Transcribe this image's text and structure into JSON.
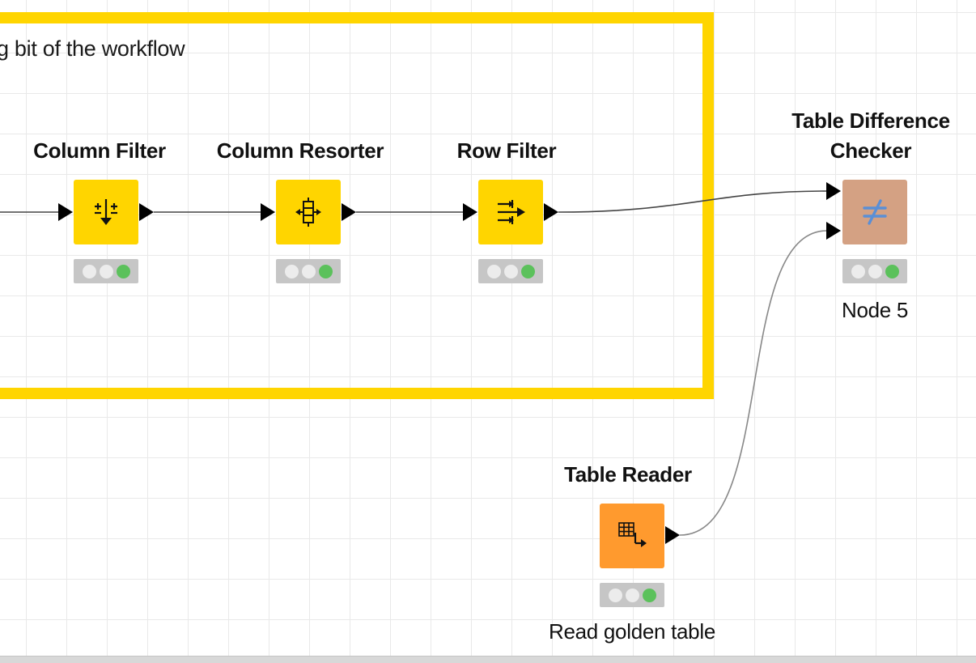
{
  "annotation": {
    "text": "g bit of the workflow",
    "color": "#ffd500"
  },
  "nodes": [
    {
      "id": "column-filter",
      "title": "Column Filter",
      "color": "#ffd500",
      "icon": "column-filter-icon",
      "status": "executed"
    },
    {
      "id": "column-resorter",
      "title": "Column Resorter",
      "color": "#ffd500",
      "icon": "column-resorter-icon",
      "status": "executed"
    },
    {
      "id": "row-filter",
      "title": "Row Filter",
      "color": "#ffd500",
      "icon": "row-filter-icon",
      "status": "executed"
    },
    {
      "id": "table-difference-checker",
      "title_line1": "Table Difference",
      "title_line2": "Checker",
      "label": "Node 5",
      "color": "#d4a183",
      "icon": "not-equal-icon",
      "status": "executed"
    },
    {
      "id": "table-reader",
      "title": "Table Reader",
      "label": "Read golden table",
      "color": "#ff9a2e",
      "icon": "table-reader-icon",
      "status": "executed"
    }
  ],
  "colors": {
    "connection": "#555555",
    "grid": "#e9e9e9",
    "status_green": "#5bc15b"
  }
}
